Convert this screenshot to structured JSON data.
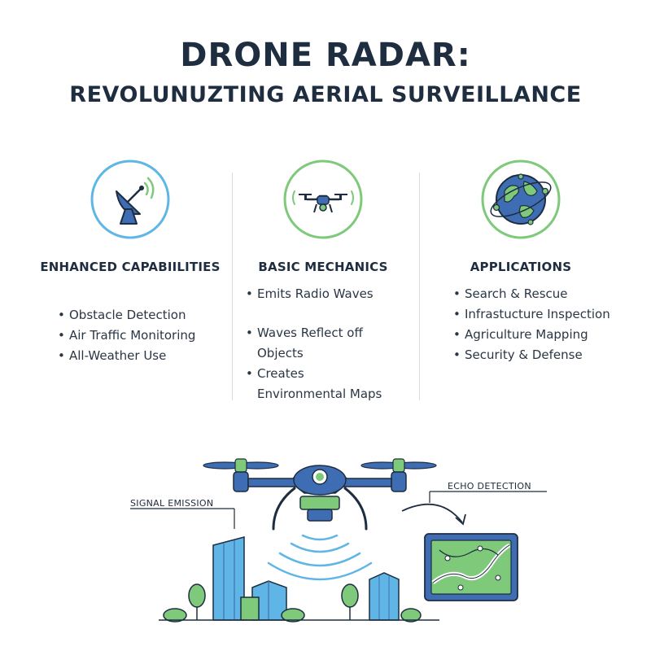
{
  "title": {
    "line1": "DRONE RADAR:",
    "line2": "REVOLUNUZTING AERIAL SURVEILLANCE"
  },
  "columns": [
    {
      "heading": "ENHANCED CAPABIILITIES",
      "icon": "satellite-dish-icon",
      "items": [
        "Obstacle Detection",
        "Air Traffic Monitoring",
        "All-Weather Use"
      ]
    },
    {
      "heading": "BASIC MECHANICS",
      "icon": "drone-icon",
      "items": [
        "Emits Radio Waves",
        "Waves Reflect off Objects",
        "Creates Environmental Maps"
      ]
    },
    {
      "heading": "APPLICATIONS",
      "icon": "globe-network-icon",
      "items": [
        "Search & Rescue",
        "Infrastucture Inspection",
        "Agriculture Mapping",
        "Security & Defense"
      ]
    }
  ],
  "illustration": {
    "signal_label": "SIGNAL EMISSION",
    "echo_label": "ECHO DETECTION"
  },
  "colors": {
    "navy": "#1e2d3f",
    "blue": "#3f6db4",
    "sky": "#5fb6e6",
    "green": "#7fc97a",
    "dark_green": "#3f8f55"
  }
}
